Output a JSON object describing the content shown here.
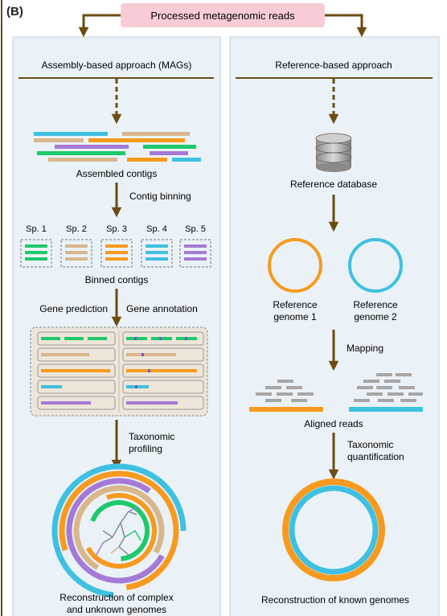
{
  "panel_label": "(B)",
  "top_box": "Processed metagenomic reads",
  "left": {
    "title": "Assembly-based approach (MAGs)",
    "assembled_contigs": "Assembled contigs",
    "contig_binning": "Contig binning",
    "species": [
      "Sp. 1",
      "Sp. 2",
      "Sp. 3",
      "Sp. 4",
      "Sp. 5"
    ],
    "binned_contigs": "Binned contigs",
    "gene_prediction": "Gene prediction",
    "gene_annotation": "Gene annotation",
    "taxonomic_profiling": [
      "Taxonomic",
      "profiling"
    ],
    "reconstruction": [
      "Reconstruction of complex",
      "and unknown genomes"
    ]
  },
  "right": {
    "title": "Reference-based approach",
    "reference_database": "Reference database",
    "genome1": [
      "Reference",
      "genome 1"
    ],
    "genome2": [
      "Reference",
      "genome 2"
    ],
    "mapping": "Mapping",
    "aligned_reads": "Aligned reads",
    "taxonomic_quantification": [
      "Taxonomic",
      "quantification"
    ],
    "reconstruction": "Reconstruction of known genomes"
  },
  "colors": {
    "green": "#1ec96b",
    "tan": "#d8b78c",
    "orange": "#f79a1e",
    "blue": "#3fc0e0",
    "purple": "#a57ad6",
    "arrow": "#6b4c12",
    "panel_bg": "#eaf2f8",
    "top_box_bg": "#f9ccd5",
    "grey_read": "#a6a6a6"
  }
}
